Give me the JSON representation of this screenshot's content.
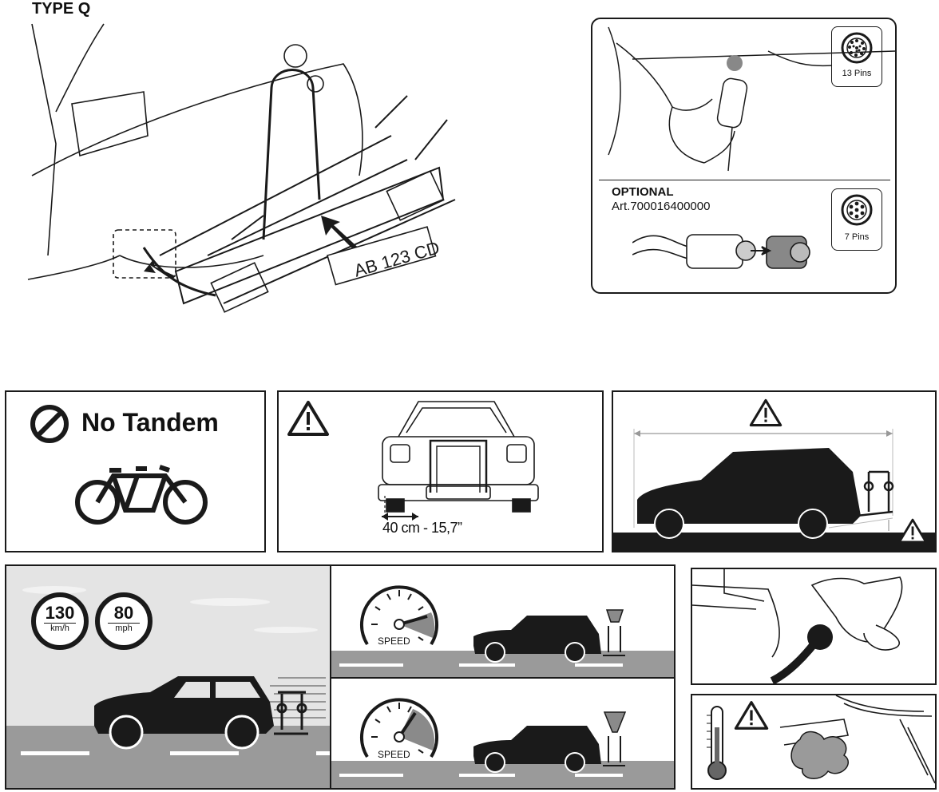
{
  "title": "TYPE Q",
  "plate_text": "AB 123 CD",
  "connector": {
    "pins13_label": "13 Pins",
    "optional_label": "OPTIONAL",
    "article": "Art.700016400000",
    "pins7_label": "7 Pins"
  },
  "no_tandem": {
    "label": "No Tandem"
  },
  "width_panel": {
    "measure_label": "40 cm - 15,7”"
  },
  "speed_limits": [
    {
      "value": "130",
      "unit": "km/h"
    },
    {
      "value": "80",
      "unit": "mph"
    }
  ],
  "speed_labels": [
    "SPEED",
    "SPEED"
  ],
  "colors": {
    "ink": "#1a1a1a",
    "light_gray": "#e6e6e6",
    "road_gray": "#9a9a9a",
    "needle_gray": "#8a8a8a"
  }
}
